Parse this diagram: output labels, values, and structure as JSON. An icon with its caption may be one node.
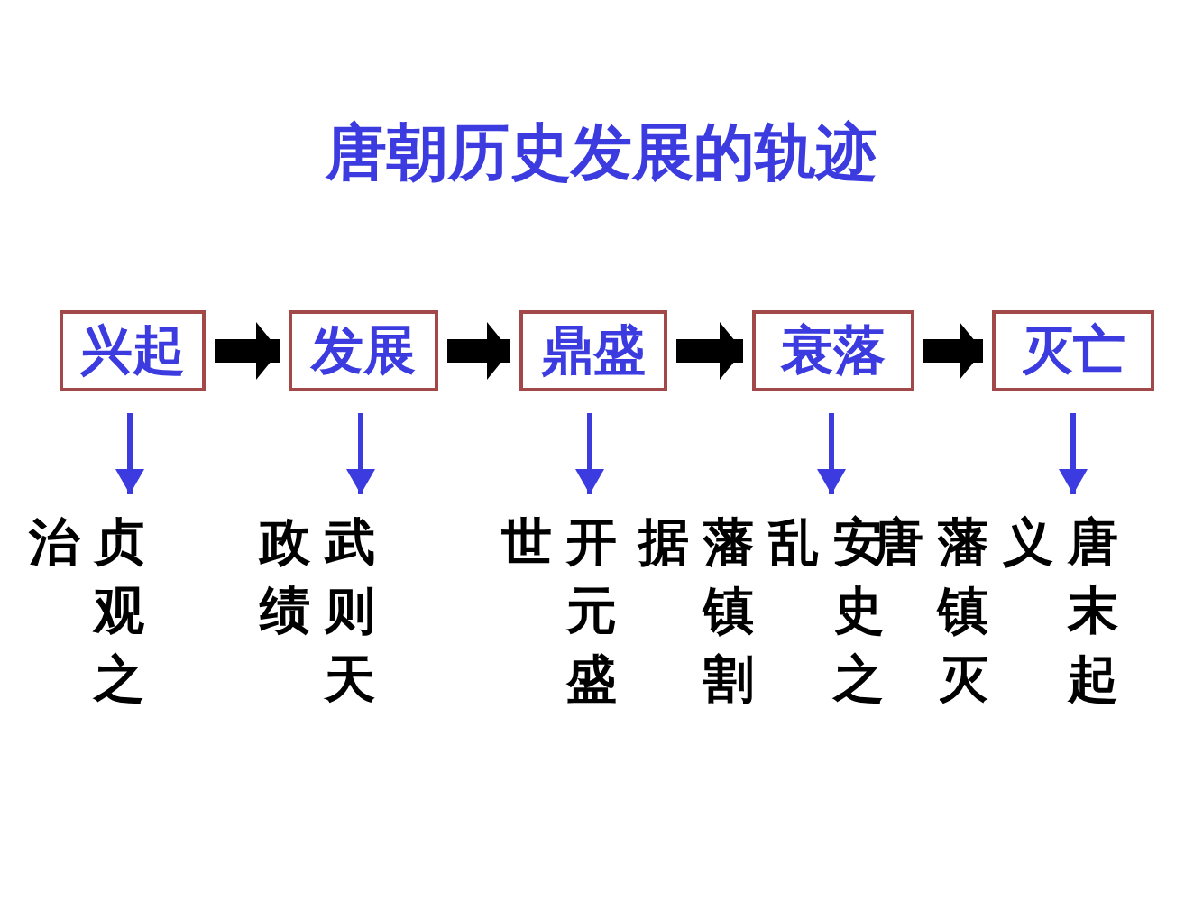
{
  "diagram": {
    "title": "唐朝历史发展的轨迹",
    "nodes": [
      {
        "text": [
          "兴起"
        ]
      },
      {
        "text": [
          "发展"
        ]
      },
      {
        "text": [
          "鼎盛"
        ]
      },
      {
        "text": [
          "衰落"
        ]
      },
      {
        "text": [
          "灭亡"
        ]
      },
      {
        "text": [
          "贞观之治"
        ]
      },
      {
        "text": [
          "武则天政绩"
        ]
      },
      {
        "text": [
          "开元盛世"
        ]
      },
      {
        "text": [
          "藩镇割据",
          "安史之乱"
        ]
      },
      {
        "text": [
          "藩镇灭唐",
          "唐末起义"
        ]
      }
    ],
    "edges": [
      {
        "from": 0,
        "to": 1,
        "arrow": "to",
        "style": "thick",
        "color": "#000000"
      },
      {
        "from": 1,
        "to": 2,
        "arrow": "to",
        "style": "thick",
        "color": "#000000"
      },
      {
        "from": 2,
        "to": 3,
        "arrow": "to",
        "style": "thick",
        "color": "#000000"
      },
      {
        "from": 3,
        "to": 4,
        "arrow": "to",
        "style": "thick",
        "color": "#000000"
      },
      {
        "from": 0,
        "to": 5,
        "arrow": "to",
        "color": "#3b3be0"
      },
      {
        "from": 1,
        "to": 6,
        "arrow": "to",
        "color": "#3b3be0"
      },
      {
        "from": 2,
        "to": 7,
        "arrow": "to",
        "color": "#3b3be0"
      },
      {
        "from": 3,
        "to": 8,
        "arrow": "to",
        "color": "#3b3be0"
      },
      {
        "from": 4,
        "to": 9,
        "arrow": "to",
        "color": "#3b3be0"
      }
    ]
  }
}
